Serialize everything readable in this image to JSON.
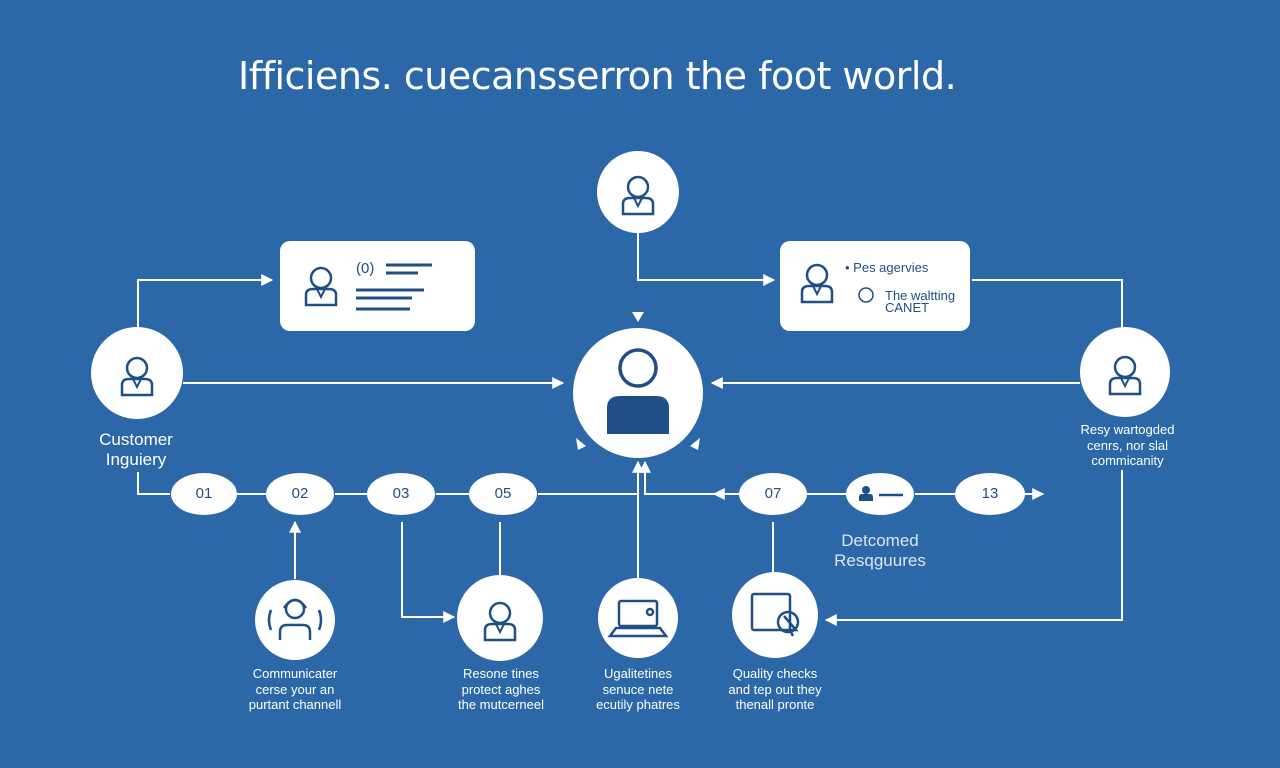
{
  "title": "Ifficiens. cuecansserron the foot world.",
  "colors": {
    "background": "#2c68a8",
    "line": "#ffffff",
    "icon": "#1f4f86"
  },
  "steps": [
    {
      "label": "01"
    },
    {
      "label": "02"
    },
    {
      "label": "03"
    },
    {
      "label": "05"
    },
    {
      "label": "07"
    },
    {
      "icon": "user-card-icon"
    },
    {
      "label": "13"
    }
  ],
  "cards": {
    "left": {
      "value": "(0)",
      "icon": "agent-icon"
    },
    "right": {
      "line1": "• Pes agervies",
      "line2": "The waltting",
      "line3": "CANET",
      "icon": "agent-icon"
    }
  },
  "labels": {
    "customer_inquiry": [
      "Customer",
      "Inguiery"
    ],
    "right_node": [
      "Resy wartogded",
      "cenrs, nor slal",
      "commicanity"
    ],
    "detcomed": [
      "Detcomed",
      "Resqguures"
    ],
    "communicater": [
      "Communicater",
      "cerse your an",
      "purtant channell"
    ],
    "resonse": [
      "Resone tines",
      "protect aghes",
      "the mutcerneel"
    ],
    "ugalitetines": [
      "Ugalitetines",
      "senuce nete",
      "ecutily phatres"
    ],
    "quality": [
      "Quality checks",
      "and tep out they",
      "thenall pronte"
    ]
  },
  "icons": {
    "top": "agent-icon",
    "center": "user-icon",
    "left": "agent-icon",
    "right": "agent-icon",
    "communicater": "headset-icon",
    "resonse": "agent-icon",
    "ugalitetines": "laptop-icon",
    "quality": "monitor-cursor-icon"
  }
}
